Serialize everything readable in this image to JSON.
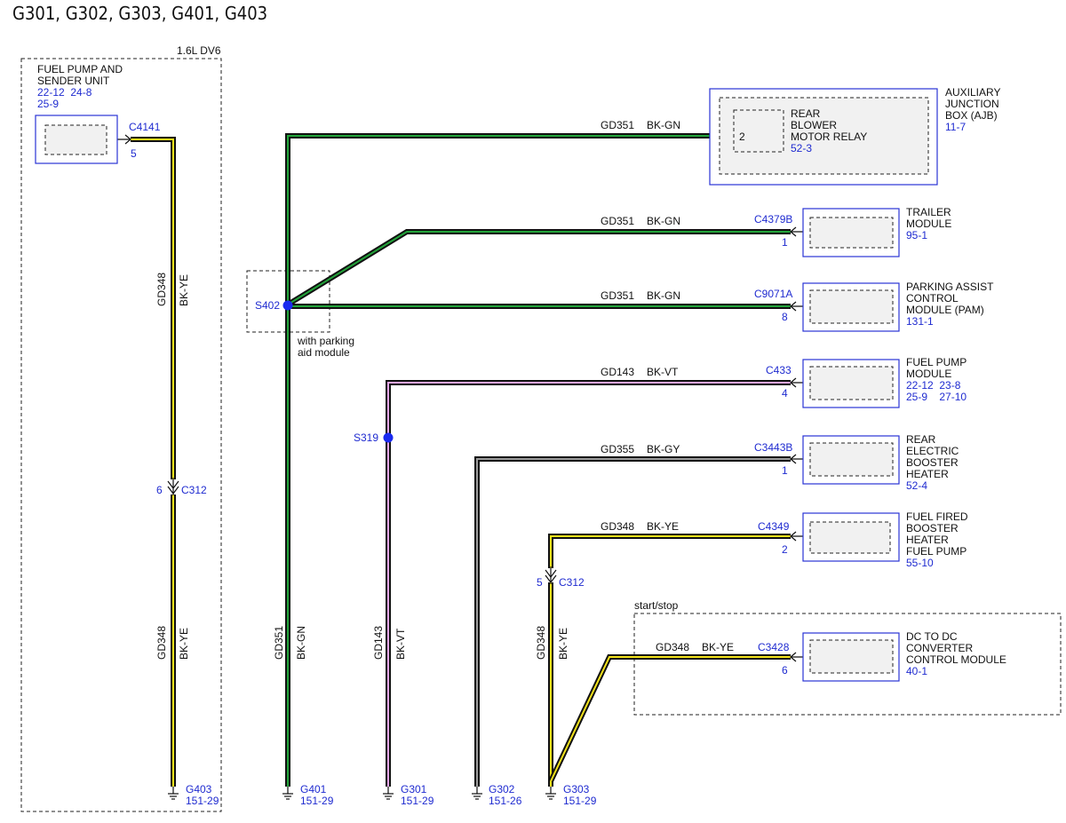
{
  "title": "G301, G302, G303, G401, G403",
  "colors": {
    "component_outline": "#2a34d6",
    "reference_text": "#1f2bd0",
    "wire_base": "#111111",
    "stripe_green": "#22a43a",
    "stripe_yellow": "#f2e21a",
    "stripe_violet": "#e4a6e8",
    "stripe_gray": "#9a9a9a",
    "splice": "#1a2af0"
  },
  "engine_region": {
    "label": "1.6L DV6"
  },
  "start_stop_region": {
    "label": "start/stop"
  },
  "components": {
    "fuel_pump_sender": {
      "name": [
        "FUEL PUMP AND",
        "SENDER UNIT"
      ],
      "refs": [
        "22-12  24-8",
        "25-9"
      ],
      "connector": "C4141",
      "pin": "5"
    },
    "ajb": {
      "name": [
        "AUXILIARY",
        "JUNCTION",
        "BOX (AJB)"
      ],
      "ref": "11-7"
    },
    "rear_blower_relay": {
      "name": [
        "REAR",
        "BLOWER",
        "MOTOR RELAY"
      ],
      "ref": "52-3",
      "pin": "2"
    },
    "trailer_module": {
      "name": [
        "TRAILER",
        "MODULE"
      ],
      "ref": "95-1",
      "connector": "C4379B",
      "pin": "1"
    },
    "pam": {
      "name": [
        "PARKING ASSIST",
        "CONTROL",
        "MODULE (PAM)"
      ],
      "ref": "131-1",
      "connector": "C9071A",
      "pin": "8"
    },
    "fuel_pump_module": {
      "name": [
        "FUEL PUMP",
        "MODULE"
      ],
      "refs": [
        "22-12  23-8",
        "25-9    27-10"
      ],
      "connector": "C433",
      "pin": "4"
    },
    "rear_electric_booster_heater": {
      "name": [
        "REAR",
        "ELECTRIC",
        "BOOSTER",
        "HEATER"
      ],
      "ref": "52-4",
      "connector": "C3443B",
      "pin": "1"
    },
    "fuel_fired_booster_heater": {
      "name": [
        "FUEL FIRED",
        "BOOSTER",
        "HEATER",
        "FUEL PUMP"
      ],
      "ref": "55-10",
      "connector": "C4349",
      "pin": "2"
    },
    "dc_dc_converter": {
      "name": [
        "DC TO DC",
        "CONVERTER",
        "CONTROL MODULE"
      ],
      "ref": "40-1",
      "connector": "C3428",
      "pin": "6"
    }
  },
  "wires": {
    "gd348": {
      "circuit": "GD348",
      "color": "BK-YE"
    },
    "gd351": {
      "circuit": "GD351",
      "color": "BK-GN"
    },
    "gd143": {
      "circuit": "GD143",
      "color": "BK-VT"
    },
    "gd355": {
      "circuit": "GD355",
      "color": "BK-GY"
    }
  },
  "inline_connectors": {
    "c312_left": {
      "name": "C312",
      "pin": "6"
    },
    "c312_right": {
      "name": "C312",
      "pin": "5"
    }
  },
  "splices": {
    "s402": {
      "name": "S402",
      "note": [
        "with parking",
        "aid module"
      ]
    },
    "s319": {
      "name": "S319"
    }
  },
  "grounds": {
    "g403": {
      "name": "G403",
      "ref": "151-29"
    },
    "g401": {
      "name": "G401",
      "ref": "151-29"
    },
    "g301": {
      "name": "G301",
      "ref": "151-29"
    },
    "g302": {
      "name": "G302",
      "ref": "151-26"
    },
    "g303": {
      "name": "G303",
      "ref": "151-29"
    }
  }
}
